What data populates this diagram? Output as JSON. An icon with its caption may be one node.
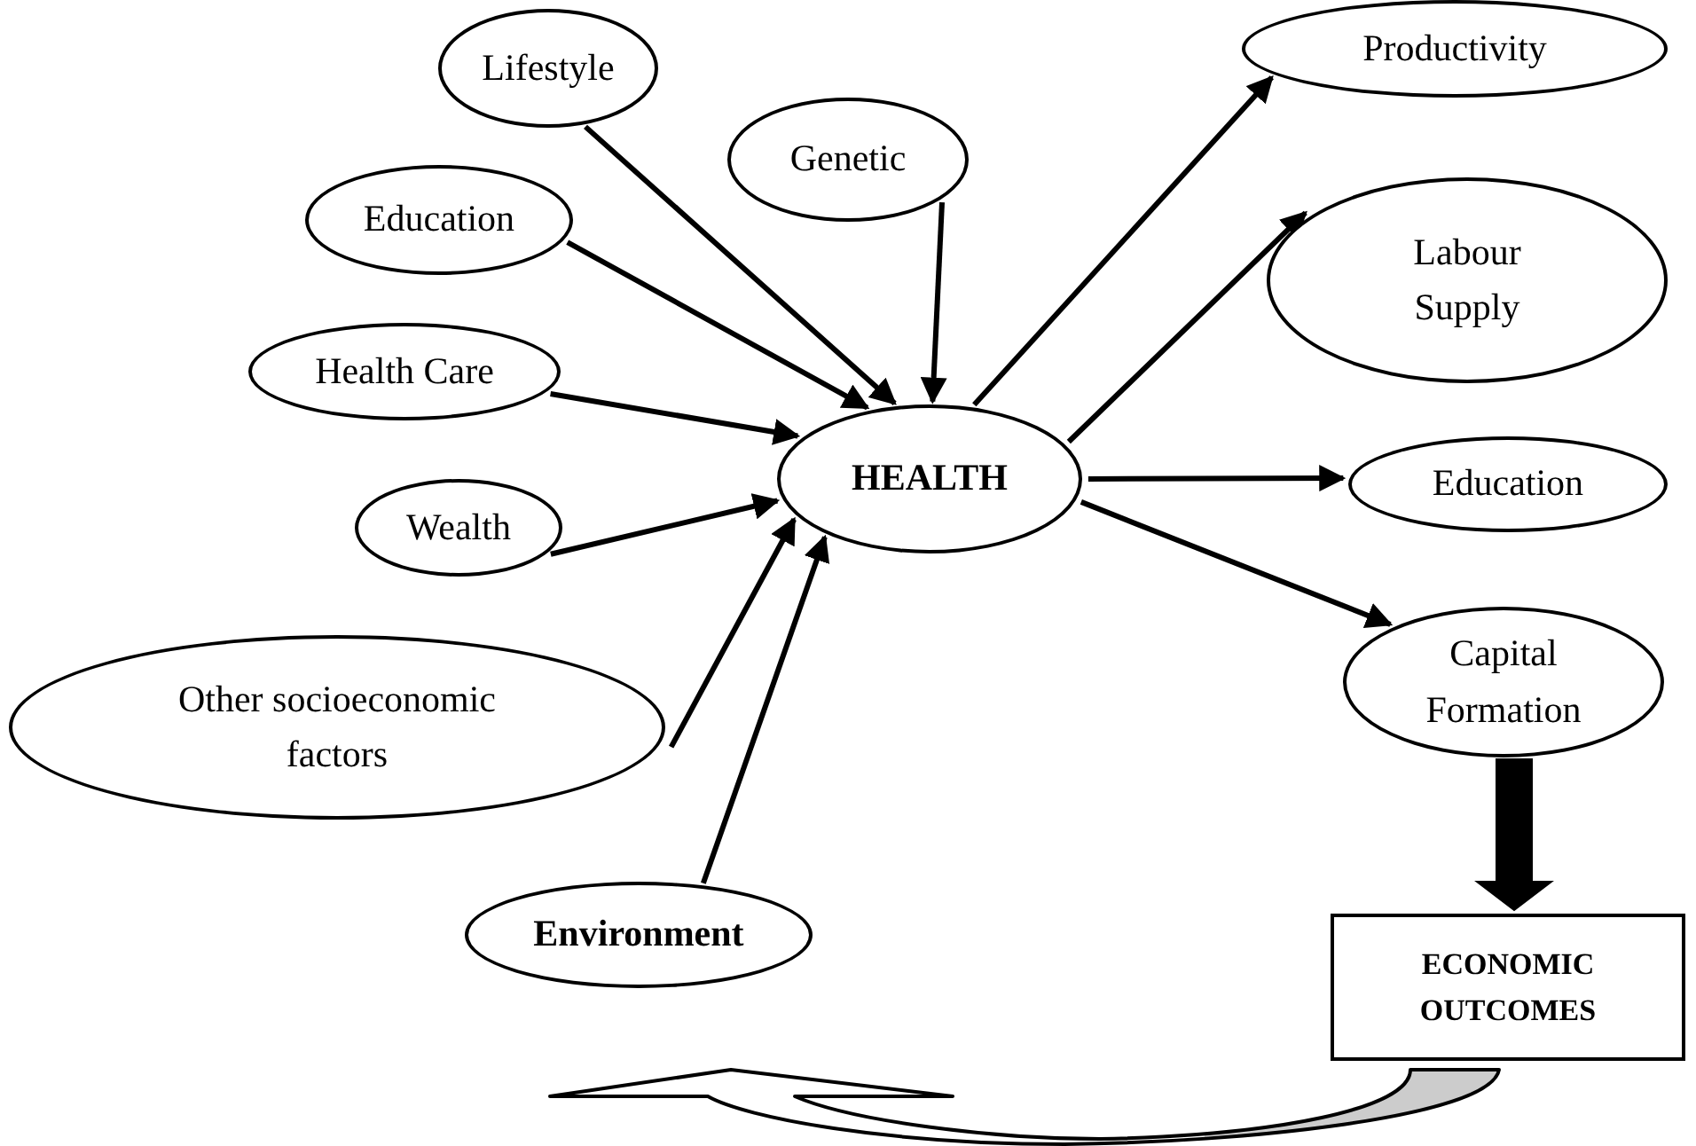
{
  "diagram": {
    "nodes": [
      {
        "text": [
          "Lifestyle"
        ]
      },
      {
        "text": [
          "Genetic"
        ]
      },
      {
        "text": [
          "Education"
        ]
      },
      {
        "text": [
          "Health Care"
        ]
      },
      {
        "text": [
          "HEALTH"
        ]
      },
      {
        "text": [
          "Wealth"
        ]
      },
      {
        "text": [
          "Other socioeconomic factors"
        ]
      },
      {
        "text": [
          "Environment"
        ]
      },
      {
        "text": [
          "Productivity"
        ]
      },
      {
        "text": [
          "Labour Supply"
        ]
      },
      {
        "text": [
          "Education"
        ]
      },
      {
        "text": [
          "Capital Formation"
        ]
      },
      {
        "text": [
          "ECONOMIC OUTCOMES"
        ]
      }
    ],
    "edges": [
      {
        "from": 0,
        "to": 4,
        "arrow": "to"
      },
      {
        "from": 1,
        "to": 4,
        "arrow": "to"
      },
      {
        "from": 2,
        "to": 4,
        "arrow": "to"
      },
      {
        "from": 3,
        "to": 4,
        "arrow": "to"
      },
      {
        "from": 5,
        "to": 4,
        "arrow": "to"
      },
      {
        "from": 6,
        "to": 4,
        "arrow": "to"
      },
      {
        "from": 7,
        "to": 4,
        "arrow": "to"
      },
      {
        "from": 4,
        "to": 8,
        "arrow": "to"
      },
      {
        "from": 4,
        "to": 9,
        "arrow": "to"
      },
      {
        "from": 4,
        "to": 10,
        "arrow": "to"
      },
      {
        "from": 4,
        "to": 11,
        "arrow": "to"
      },
      {
        "from": 11,
        "to": 12,
        "arrow": "to",
        "style": "thick"
      },
      {
        "from": 12,
        "to": null,
        "arrow": "to",
        "style": "thick"
      }
    ]
  }
}
